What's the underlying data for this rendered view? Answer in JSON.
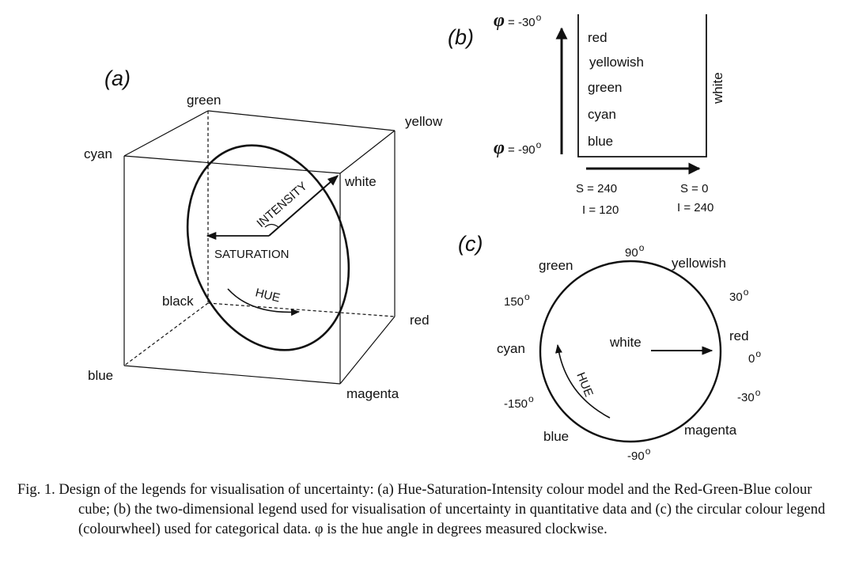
{
  "panel_a": {
    "label": "(a)",
    "vertices": {
      "green": "green",
      "yellow": "yellow",
      "cyan": "cyan",
      "white": "white",
      "black": "black",
      "red": "red",
      "blue": "blue",
      "magenta": "magenta"
    },
    "intensity": "INTENSITY",
    "saturation": "SATURATION",
    "hue": "HUE"
  },
  "panel_b": {
    "label": "(b)",
    "phi_symbol": "φ",
    "phi_top": "= -30",
    "phi_bottom": "= -90",
    "degree": "o",
    "rows": [
      "red",
      "yellowish",
      "green",
      "cyan",
      "blue"
    ],
    "white": "white",
    "s_left": "S = 240",
    "i_left": "I = 120",
    "s_right": "S = 0",
    "i_right": "I = 240"
  },
  "panel_c": {
    "label": "(c)",
    "degree": "o",
    "center": "white",
    "hue": "HUE",
    "colours": {
      "green": "green",
      "yellowish": "yellowish",
      "red": "red",
      "cyan": "cyan",
      "blue": "blue",
      "magenta": "magenta"
    },
    "angles": {
      "a90": "90",
      "a30": "30",
      "a0": "0",
      "am30": "-30",
      "am90": "-90",
      "am150": "-150",
      "a150": "150"
    }
  },
  "caption": {
    "text": "Fig. 1. Design of the legends for visualisation of uncertainty: (a) Hue-Saturation-Intensity colour model and the Red-Green-Blue colour cube; (b) the two-dimensional legend used for visualisation of uncertainty in quantitative data and (c) the circular colour legend (colourwheel) used for categorical data. φ is the hue angle in degrees measured clockwise."
  }
}
